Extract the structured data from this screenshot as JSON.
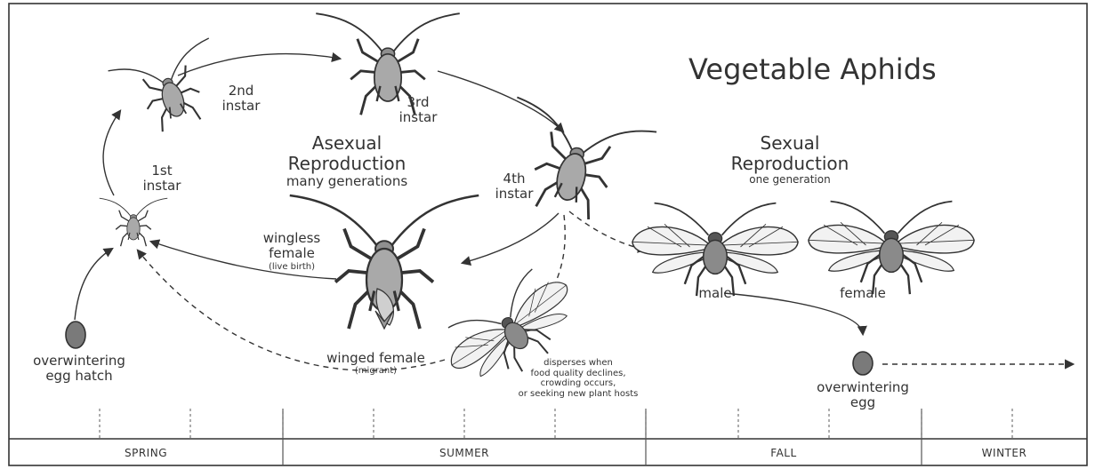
{
  "title": "Vegetable Aphids",
  "asexual": {
    "line1": "Asexual",
    "line2": "Reproduction",
    "line3": "many generations"
  },
  "sexual": {
    "line1": "Sexual",
    "line2": "Reproduction",
    "line3": "one generation"
  },
  "stages": {
    "first_instar": {
      "line1": "1st",
      "line2": "instar"
    },
    "second_instar": {
      "line1": "2nd",
      "line2": "instar"
    },
    "third_instar": {
      "line1": "3rd",
      "line2": "instar"
    },
    "fourth_instar": {
      "line1": "4th",
      "line2": "instar"
    },
    "wingless_female": {
      "line1": "wingless",
      "line2": "female",
      "note": "(live birth)"
    },
    "winged_female": {
      "line1": "winged female",
      "note": "(migrant)"
    },
    "dispersal_note": {
      "line1": "disperses when",
      "line2": "food quality declines,",
      "line3": "crowding occurs,",
      "line4": "or seeking new plant hosts"
    },
    "egg_hatch": {
      "line1": "overwintering",
      "line2": "egg hatch"
    },
    "male": "male",
    "female": "female",
    "overwinter_egg": {
      "line1": "overwintering",
      "line2": "egg"
    }
  },
  "seasons": [
    "SPRING",
    "SUMMER",
    "FALL",
    "WINTER"
  ],
  "colors": {
    "ink": "#333333",
    "body_fill": "#a9a9a9",
    "egg_fill": "#7a7a7a",
    "wing_fill": "#f2f2f2"
  }
}
